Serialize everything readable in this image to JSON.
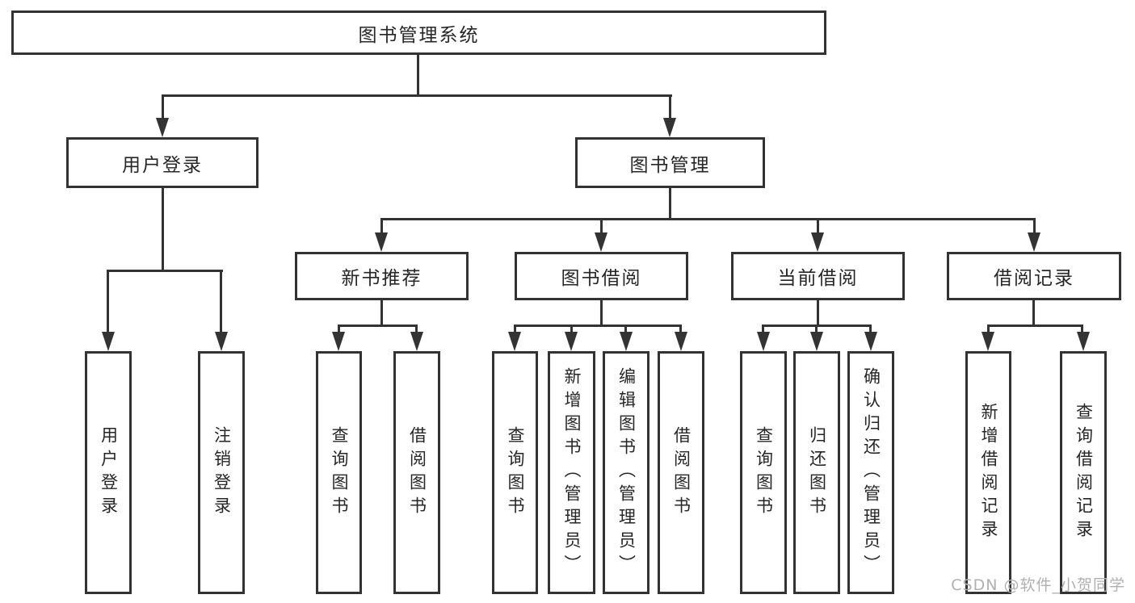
{
  "diagram": {
    "tree": {
      "label": "图书管理系统",
      "children": [
        {
          "label": "用户登录",
          "children": [
            {
              "label": "用户登录"
            },
            {
              "label": "注销登录"
            }
          ]
        },
        {
          "label": "图书管理",
          "children": [
            {
              "label": "新书推荐",
              "children": [
                {
                  "label": "查询图书"
                },
                {
                  "label": "借阅图书"
                }
              ]
            },
            {
              "label": "图书借阅",
              "children": [
                {
                  "label": "查询图书"
                },
                {
                  "label": "新增图书（管理员）"
                },
                {
                  "label": "编辑图书（管理员）"
                },
                {
                  "label": "借阅图书"
                }
              ]
            },
            {
              "label": "当前借阅",
              "children": [
                {
                  "label": "查询图书"
                },
                {
                  "label": "归还图书"
                },
                {
                  "label": "确认归还（管理员）"
                }
              ]
            },
            {
              "label": "借阅记录",
              "children": [
                {
                  "label": "新增借阅记录"
                },
                {
                  "label": "查询借阅记录"
                }
              ]
            }
          ]
        }
      ]
    },
    "watermark": "CSDN @软件_小贺同学",
    "colors": {
      "line": "#333333",
      "text": "#262626",
      "background": "#ffffff",
      "watermark": "#b0b0b0"
    }
  }
}
